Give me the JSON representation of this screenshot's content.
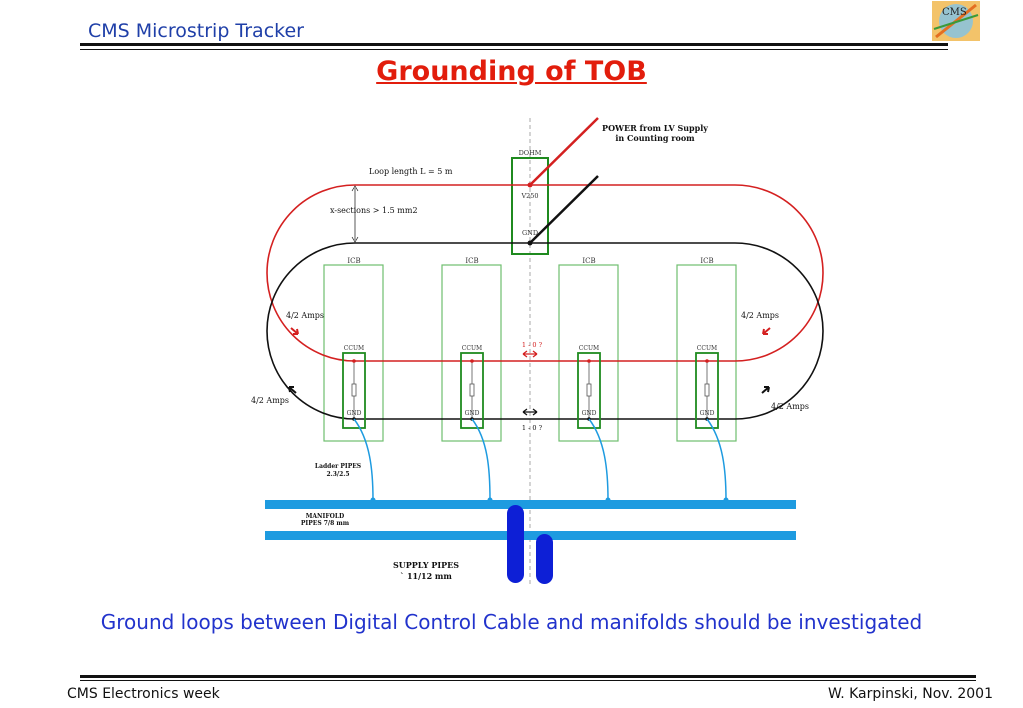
{
  "header": {
    "title": "CMS Microstrip Tracker",
    "logo_text": "CMS"
  },
  "slide": {
    "title": "Grounding of TOB"
  },
  "diagram": {
    "power_label_line1": "POWER from LV Supply",
    "power_label_line2": "in Counting room",
    "dohm_label": "DOHM",
    "v250_label": "V250",
    "gnd_top_label": "GND",
    "loop_length_label": "Loop length L = 5 m",
    "xsection_label": "x-sections > 1.5 mm2",
    "icb_label": "ICB",
    "ccum_label": "CCUM",
    "gnd_label": "GND",
    "amps_left_upper": "4/2 Amps",
    "amps_right_upper": "4/2 Amps",
    "amps_left_lower": "4/2 Amps",
    "amps_right_lower": "4/2 Amps",
    "switch_upper": "1 - 0  ?",
    "switch_lower": "1 - 0  ?",
    "ladder_pipes_line1": "Ladder PIPES",
    "ladder_pipes_line2": "2.3/2.5",
    "manifold_line1": "MANIFOLD",
    "manifold_line2": "PIPES    7/8 mm",
    "supply_line1": "SUPPLY PIPES",
    "supply_line2": "`    11/12 mm",
    "colors": {
      "red_loop": "#d42020",
      "black_loop": "#111111",
      "green_box": "#2f9a2f",
      "pipe": "#1e9be0",
      "supply_pipe": "#0d1fd6"
    }
  },
  "note": "Ground loops between  Digital Control Cable and manifolds should be investigated",
  "footer": {
    "left": "CMS Electronics week",
    "right": "W. Karpinski, Nov. 2001"
  }
}
